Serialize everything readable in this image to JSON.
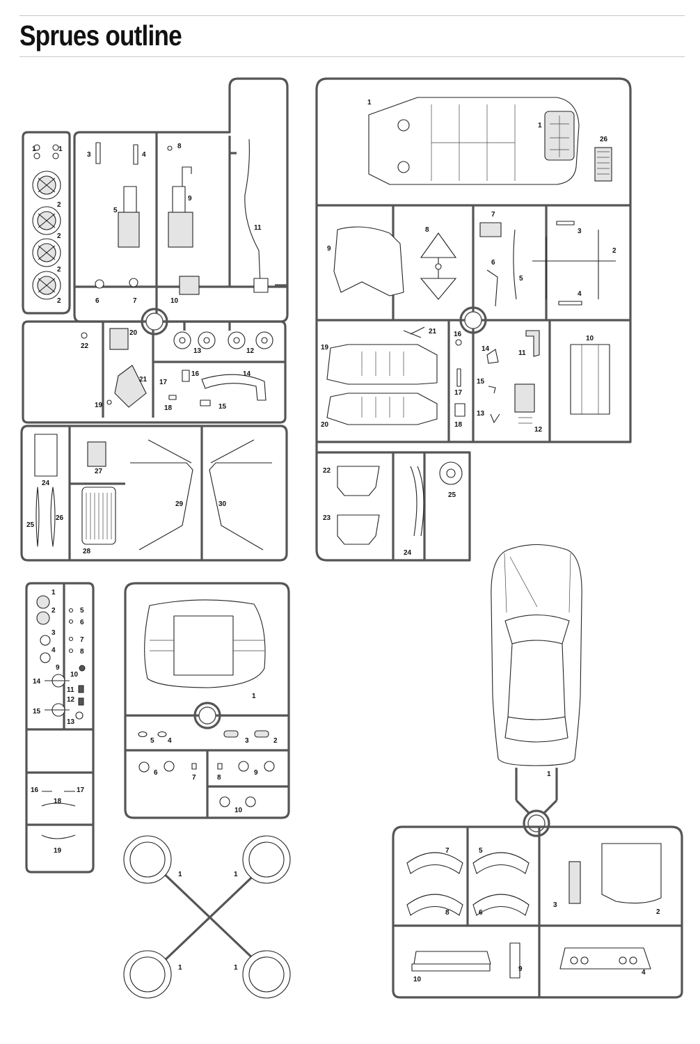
{
  "page": {
    "title": "Sprues outline"
  },
  "sprues": [
    {
      "id": "A",
      "labels": [
        "1",
        "1",
        "2",
        "2",
        "2",
        "2",
        "3",
        "4",
        "8",
        "5",
        "9",
        "11",
        "6",
        "7",
        "10",
        "22",
        "20",
        "13",
        "12",
        "21",
        "17",
        "16",
        "14",
        "19",
        "18",
        "15",
        "24",
        "27",
        "25",
        "26",
        "29",
        "30",
        "28"
      ]
    },
    {
      "id": "B",
      "labels": [
        "1",
        "1",
        "26",
        "3",
        "9",
        "8",
        "7",
        "6",
        "5",
        "2",
        "4",
        "21",
        "16",
        "10",
        "19",
        "14",
        "11",
        "15",
        "17",
        "20",
        "13",
        "18",
        "12",
        "22",
        "23",
        "25",
        "24"
      ]
    },
    {
      "id": "C",
      "labels": [
        "1",
        "2",
        "5",
        "6",
        "3",
        "7",
        "4",
        "8",
        "9",
        "10",
        "14",
        "11",
        "12",
        "15",
        "13",
        "16",
        "17",
        "18",
        "19"
      ]
    },
    {
      "id": "D",
      "labels": [
        "1",
        "5",
        "4",
        "3",
        "2",
        "6",
        "7",
        "8",
        "9",
        "10"
      ]
    },
    {
      "id": "E",
      "labels": [
        "1",
        "1",
        "1",
        "1"
      ]
    },
    {
      "id": "F",
      "labels": [
        "1",
        "7",
        "5",
        "3",
        "2",
        "8",
        "6",
        "10",
        "9",
        "4"
      ]
    }
  ]
}
